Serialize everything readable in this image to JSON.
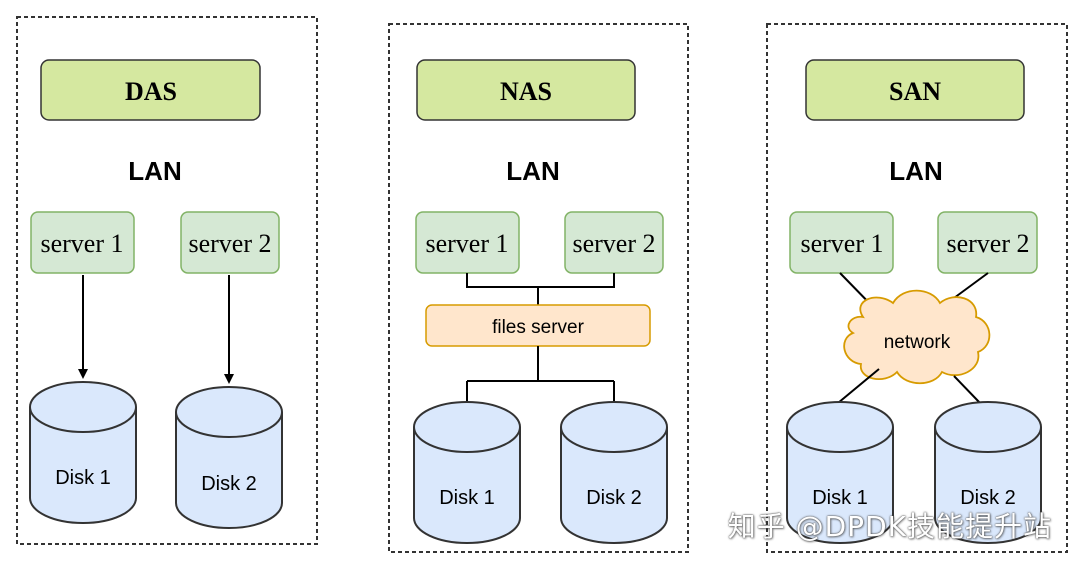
{
  "colors": {
    "header_fill": "#d5e8a0",
    "server_fill": "#d5e8d4",
    "server_stroke": "#82b366",
    "files_fill": "#ffe6cc",
    "files_stroke": "#d79b00",
    "cloud_fill": "#ffe6cc",
    "cloud_stroke": "#d79b00",
    "disk_fill": "#dae8fc",
    "disk_stroke": "#333333",
    "panel_border": "#333333"
  },
  "das": {
    "title": "DAS",
    "lan": "LAN",
    "server1": "server 1",
    "server2": "server 2",
    "disk1": "Disk 1",
    "disk2": "Disk 2"
  },
  "nas": {
    "title": "NAS",
    "lan": "LAN",
    "server1": "server 1",
    "server2": "server 2",
    "files_server": "files server",
    "disk1": "Disk 1",
    "disk2": "Disk 2"
  },
  "san": {
    "title": "SAN",
    "lan": "LAN",
    "server1": "server 1",
    "server2": "server 2",
    "network": "network",
    "disk1": "Disk 1",
    "disk2": "Disk 2"
  },
  "watermark": "知乎 @DPDK技能提升站"
}
